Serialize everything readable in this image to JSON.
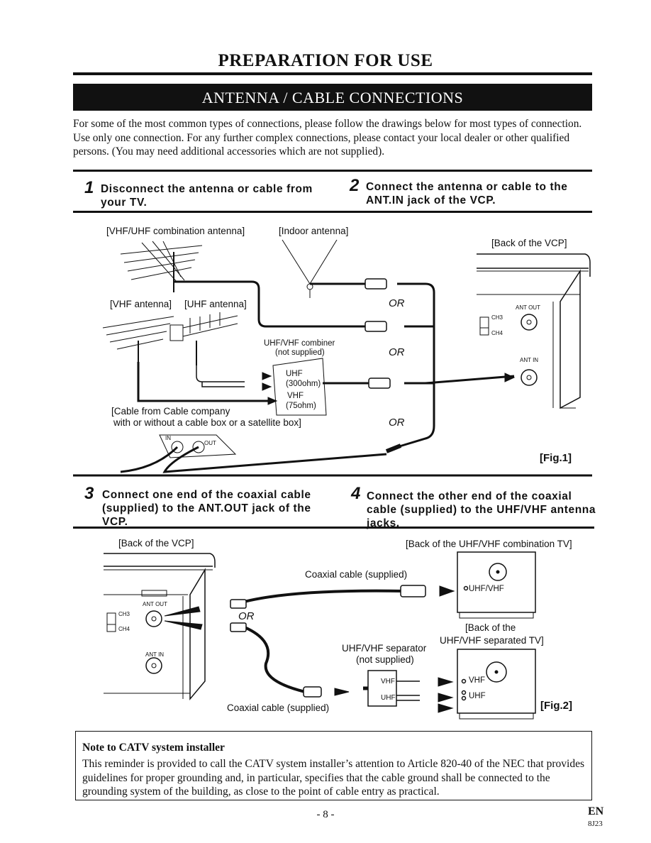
{
  "page": {
    "title": "PREPARATION FOR USE",
    "section": "ANTENNA / CABLE CONNECTIONS",
    "intro": "For some of the most common types of connections, please follow the drawings below for most types of connection. Use only one connection. For any further complex connections, please contact your local dealer or other qualified persons. (You may need additional accessories which are not supplied).",
    "page_number": "- 8 -",
    "language": "EN",
    "model_code": "8J23"
  },
  "steps": [
    {
      "num": "1",
      "text": "Disconnect the antenna or cable from your TV."
    },
    {
      "num": "2",
      "text": "Connect the antenna or cable to the ANT.IN jack of the VCP."
    },
    {
      "num": "3",
      "text": "Connect one end of the coaxial cable (supplied) to the ANT.OUT jack of the VCP."
    },
    {
      "num": "4",
      "text": "Connect the other end of the coaxial cable (supplied) to the UHF/VHF antenna jacks."
    }
  ],
  "fig1": {
    "combo_antenna": "[VHF/UHF combination antenna]",
    "indoor_antenna": "[Indoor antenna]",
    "back_vcp": "[Back of the VCP]",
    "vhf_antenna": "[VHF antenna]",
    "uhf_antenna": "[UHF antenna]",
    "combiner": "UHF/VHF combiner",
    "not_supplied": "(not supplied)",
    "uhf": "UHF",
    "ohm300": "(300ohm)",
    "vhf": "VHF",
    "ohm75": "(75ohm)",
    "cable_company": "[Cable from Cable company",
    "cable_box": "with or without a cable box or a satellite box]",
    "or": "OR",
    "ant_out": "ANT OUT",
    "ant_in": "ANT IN",
    "ch3": "CH3",
    "ch4": "CH4",
    "box_in": "IN",
    "box_out": "OUT",
    "label": "[Fig.1]"
  },
  "fig2": {
    "back_vcp": "[Back of the VCP]",
    "back_combo_tv": "[Back of the UHF/VHF combination TV]",
    "coax_supplied": "Coaxial cable (supplied)",
    "uhf_vhf": "UHF/VHF",
    "or": "OR",
    "back_separated_1": "[Back of the",
    "back_separated_2": "UHF/VHF separated TV]",
    "separator": "UHF/VHF separator",
    "not_supplied": "(not supplied)",
    "vhf": "VHF",
    "uhf": "UHF",
    "coax_supplied_2": "Coaxial cable (supplied)",
    "ant_out": "ANT OUT",
    "ant_in": "ANT IN",
    "ch3": "CH3",
    "ch4": "CH4",
    "label": "[Fig.2]"
  },
  "note": {
    "title": "Note to CATV system installer",
    "body": "This reminder is provided to call the CATV system installer’s attention to Article 820-40 of the NEC that provides guidelines for proper grounding and, in particular, specifies that the cable ground shall be connected to the grounding system of the building, as close to the point of cable entry as practical."
  }
}
